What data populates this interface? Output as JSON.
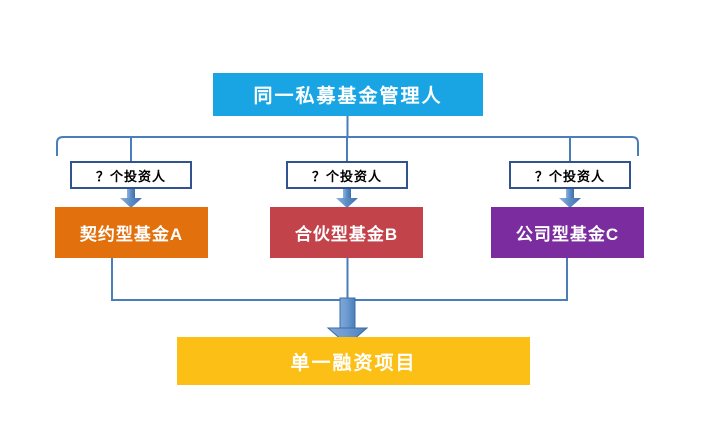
{
  "diagram": {
    "title_box": {
      "label": "同一私募基金管理人",
      "color": "#19a5e4",
      "text_color": "#ffffff"
    },
    "investor_labels": [
      {
        "label": "？个投资人",
        "border_color": "#31538f",
        "background": "#ffffff"
      },
      {
        "label": "？个投资人",
        "border_color": "#31538f",
        "background": "#ffffff"
      },
      {
        "label": "？个投资人",
        "border_color": "#31538f",
        "background": "#ffffff"
      }
    ],
    "funds": [
      {
        "label": "契约型基金A",
        "color": "#e2700c",
        "text_color": "#ffffff"
      },
      {
        "label": "合伙型基金B",
        "color": "#c3434a",
        "text_color": "#ffffff"
      },
      {
        "label": "公司型基金C",
        "color": "#7b2c9e",
        "text_color": "#ffffff"
      }
    ],
    "project_box": {
      "label": "单一融资项目",
      "color": "#fcbf15",
      "text_color": "#ffffff"
    },
    "connector_color": "#4a7ebb",
    "bracket_color": "#4a7ebb"
  }
}
